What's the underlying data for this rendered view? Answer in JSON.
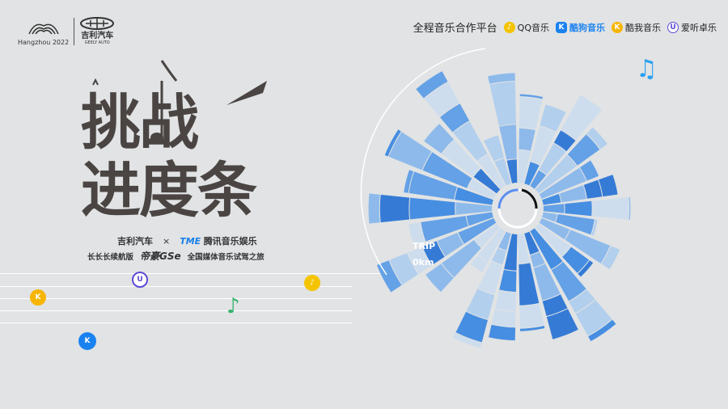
{
  "logos": {
    "asian_games": "Hangzhou 2022",
    "geely_cn": "吉利汽车",
    "geely_en": "GEELY AUTO"
  },
  "platforms": {
    "label": "全程音乐合作平台",
    "items": [
      {
        "name": "QQ音乐",
        "icon": "qq-music-icon",
        "color": "#f5c400",
        "text_color": "#222"
      },
      {
        "name": "酷狗音乐",
        "icon": "kugou-icon",
        "color": "#1a82f0",
        "text_color": "#1a82f0"
      },
      {
        "name": "酷我音乐",
        "icon": "kuwo-icon",
        "color": "#f7b500",
        "text_color": "#222"
      },
      {
        "name": "爱听卓乐",
        "icon": "aiting-icon",
        "color": "#5b4bd6",
        "text_color": "#222"
      }
    ]
  },
  "title": {
    "line1": "挑战",
    "line2": "进度条"
  },
  "subtitle": {
    "brand": "吉利汽车",
    "x": "×",
    "partner_logo": "TME",
    "partner": "腾讯音乐娱乐",
    "slogan": "长长长续航版",
    "model_logo": "帝豪GSe",
    "tour": "全国媒体音乐试驾之旅"
  },
  "trip": {
    "label": "TRIP",
    "value": "0km"
  },
  "gauge": {
    "progress": 0.3
  },
  "colors": {
    "accent": "#1a7fe8",
    "title": "#4a4543"
  }
}
